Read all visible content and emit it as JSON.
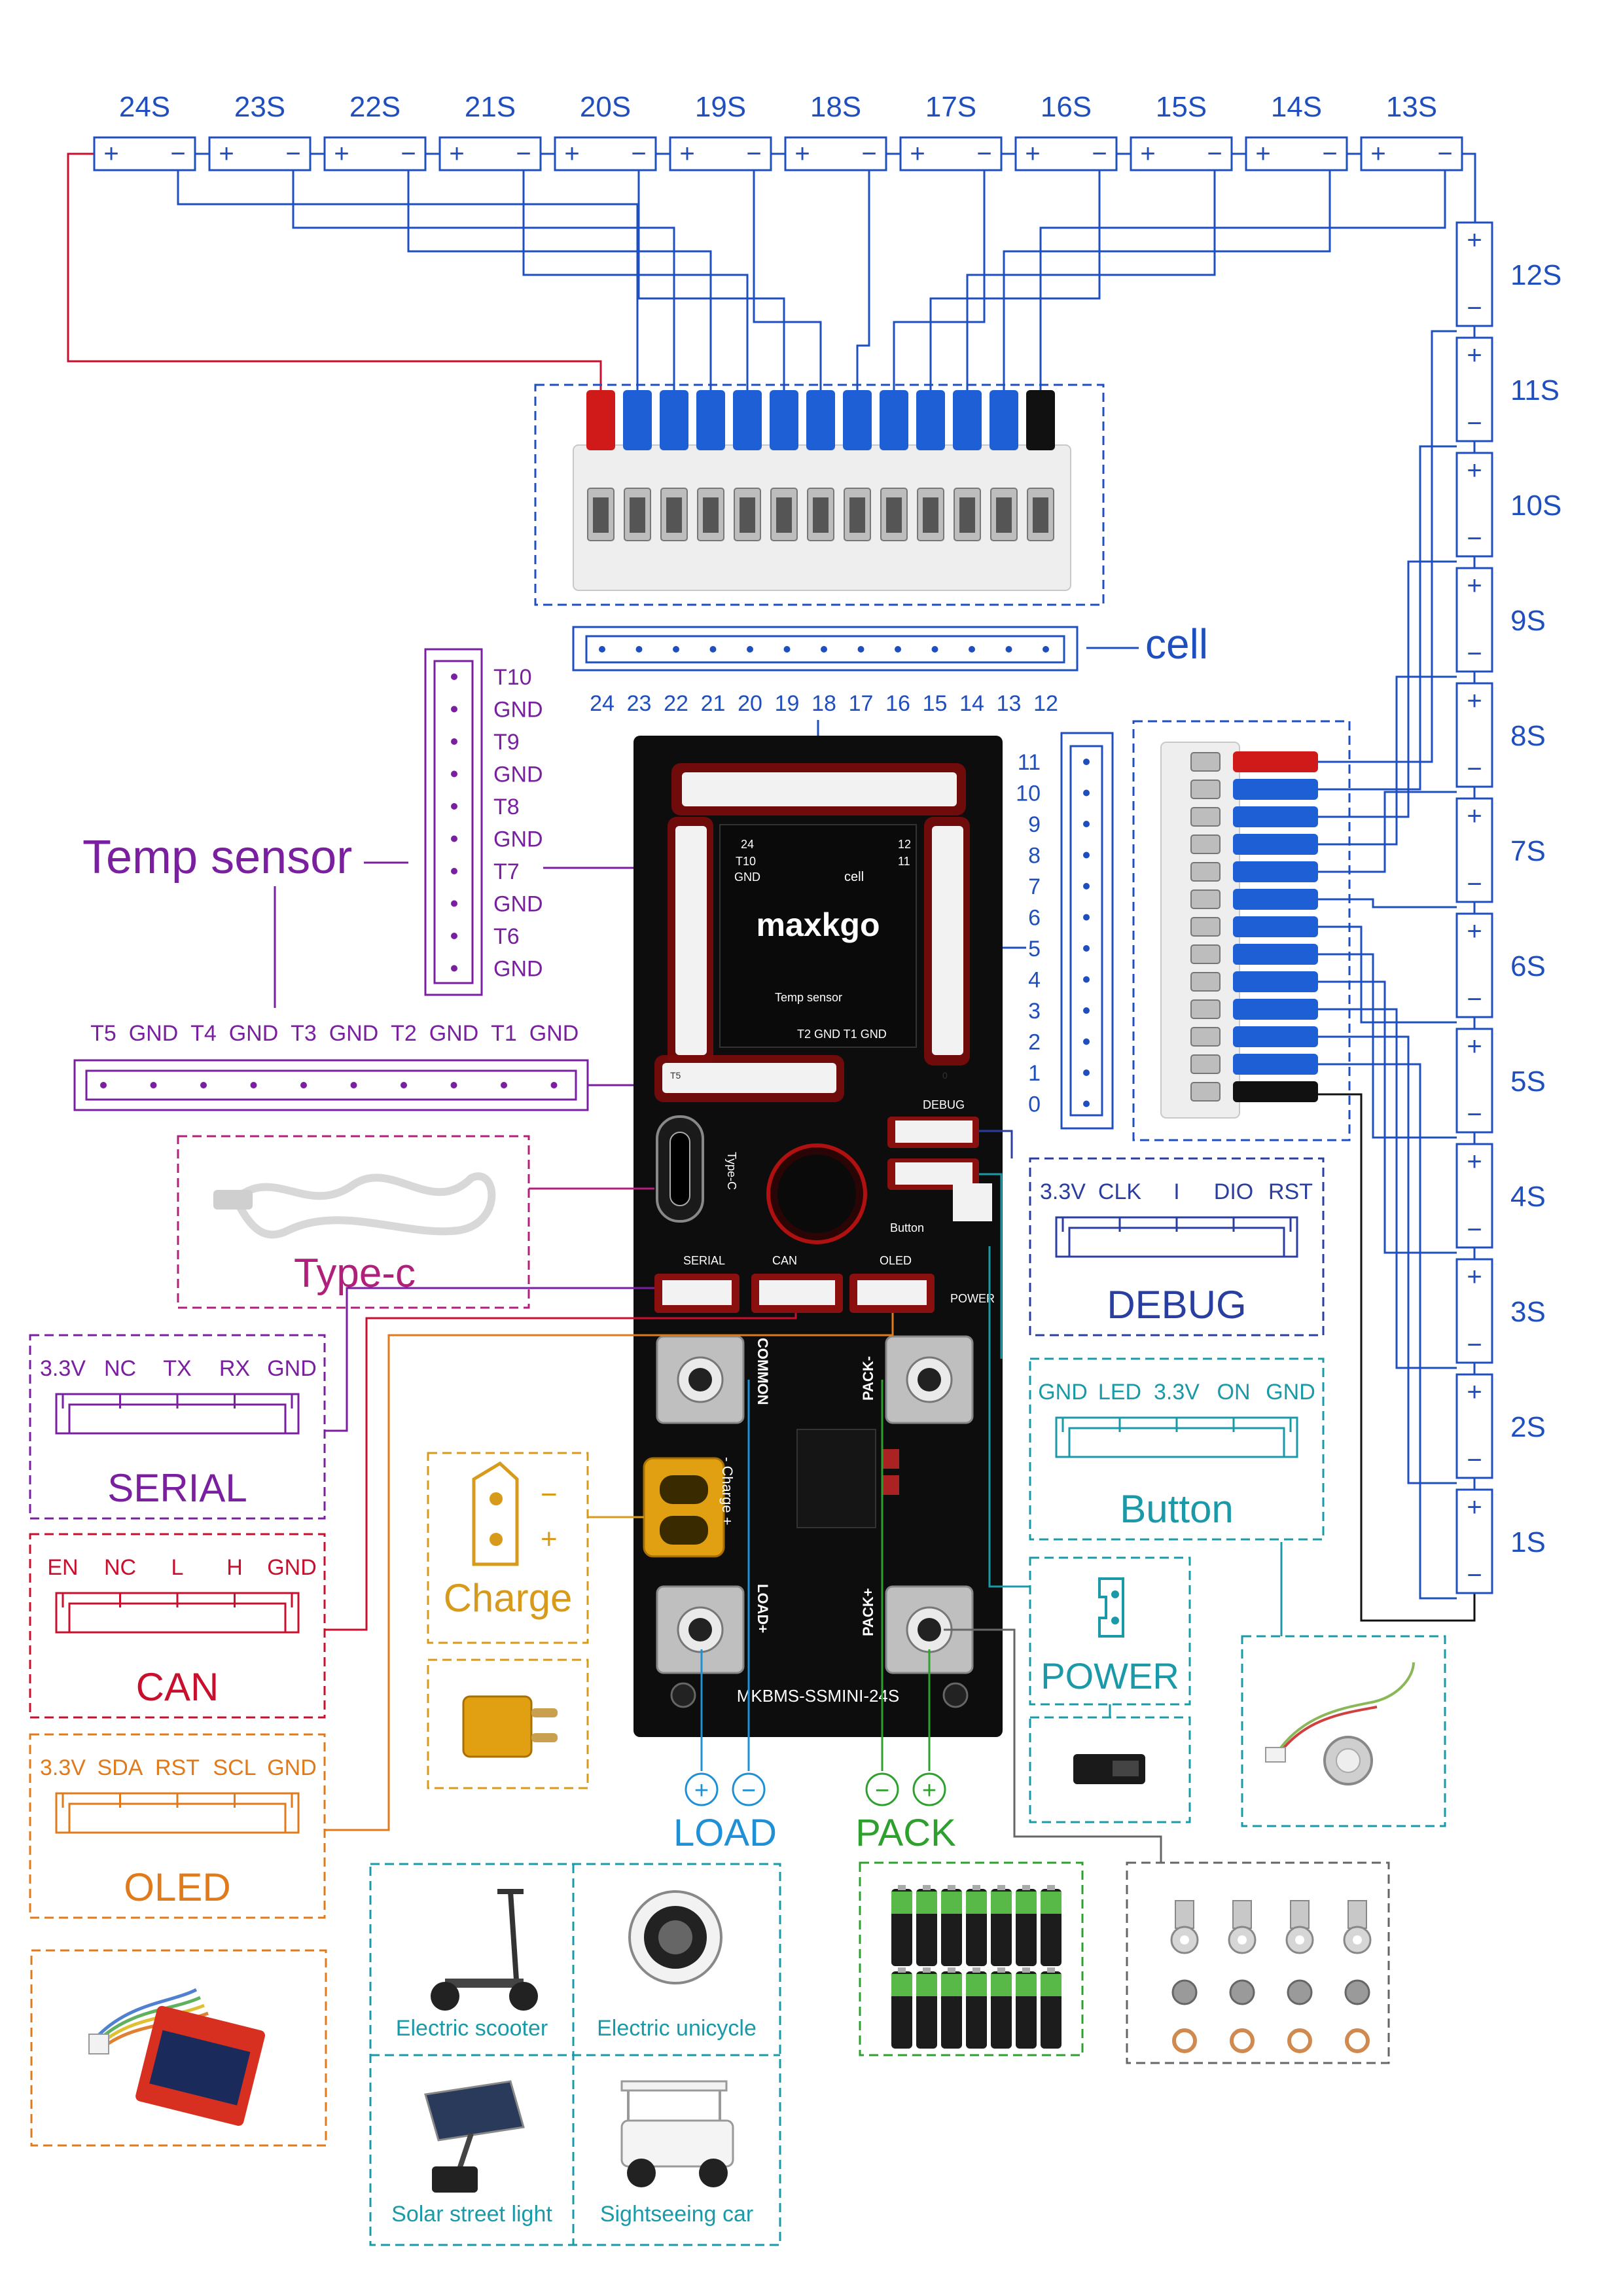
{
  "colors": {
    "blue": "#1f4fbf",
    "purple": "#7a1fa0",
    "magenta": "#b0207a",
    "red": "#c8102e",
    "orange": "#e07a1a",
    "teal": "#1a9aa8",
    "green": "#2ea02e",
    "navy": "#2a3ea0",
    "charge_yellow": "#d89a1a",
    "wire_blue": "#1e5fd6",
    "board": "#0d0d0d"
  },
  "top_cells": [
    "24S",
    "23S",
    "22S",
    "21S",
    "20S",
    "19S",
    "18S",
    "17S",
    "16S",
    "15S",
    "14S",
    "13S"
  ],
  "right_cells": [
    "12S",
    "11S",
    "10S",
    "9S",
    "8S",
    "7S",
    "6S",
    "5S",
    "4S",
    "3S",
    "2S",
    "1S"
  ],
  "cell_plus": "+",
  "cell_minus": "−",
  "cell_label": "cell",
  "cell_pins_top": [
    "24",
    "23",
    "22",
    "21",
    "20",
    "19",
    "18",
    "17",
    "16",
    "15",
    "14",
    "13",
    "12"
  ],
  "cell_pins_right": [
    "11",
    "10",
    "9",
    "8",
    "7",
    "6",
    "5",
    "4",
    "3",
    "2",
    "1",
    "0"
  ],
  "temp_sensor": {
    "label": "Temp sensor",
    "pins_vertical": [
      "T10",
      "GND",
      "T9",
      "GND",
      "T8",
      "GND",
      "T7",
      "GND",
      "T6",
      "GND"
    ],
    "pins_horizontal": [
      "T5",
      "GND",
      "T4",
      "GND",
      "T3",
      "GND",
      "T2",
      "GND",
      "T1",
      "GND"
    ]
  },
  "board": {
    "model": "MKBMS-SSMINI-24S",
    "brand": "maxkgo",
    "inner_labels": {
      "tl": "24",
      "tl2": "T10",
      "tl3": "GND",
      "tr": "12",
      "tr2": "11",
      "cell": "cell",
      "temp": "Temp sensor",
      "bottom": "T2 GND T1 GND",
      "t5": "T5",
      "zero": "0"
    },
    "debug": "DEBUG",
    "type_c": "Type-C",
    "button": "Button",
    "power": "POWER",
    "serial": "SERIAL",
    "can": "CAN",
    "oled": "OLED",
    "common": "COMMON",
    "pack_minus": "PACK-",
    "load_plus": "LOAD+",
    "pack_plus": "PACK+",
    "charge": "- Charge +"
  },
  "type_c_box": {
    "label": "Type-c"
  },
  "serial_box": {
    "pins": [
      "3.3V",
      "NC",
      "TX",
      "RX",
      "GND"
    ],
    "label": "SERIAL"
  },
  "can_box": {
    "pins": [
      "EN",
      "NC",
      "L",
      "H",
      "GND"
    ],
    "label": "CAN"
  },
  "oled_box": {
    "pins": [
      "3.3V",
      "SDA",
      "RST",
      "SCL",
      "GND"
    ],
    "label": "OLED"
  },
  "debug_box": {
    "pins": [
      "3.3V",
      "CLK",
      "I",
      "DIO",
      "RST"
    ],
    "label": "DEBUG"
  },
  "button_box": {
    "pins": [
      "GND",
      "LED",
      "3.3V",
      "ON",
      "GND"
    ],
    "label": "Button"
  },
  "charge_box": {
    "label": "Charge",
    "minus": "−",
    "plus": "+"
  },
  "power_box": {
    "label": "POWER"
  },
  "load": {
    "label": "LOAD",
    "plus": "+",
    "minus": "−"
  },
  "pack": {
    "label": "PACK",
    "minus": "−",
    "plus": "+"
  },
  "applications": [
    "Electric scooter",
    "Electric unicycle",
    "Solar street light",
    "Sightseeing car"
  ]
}
